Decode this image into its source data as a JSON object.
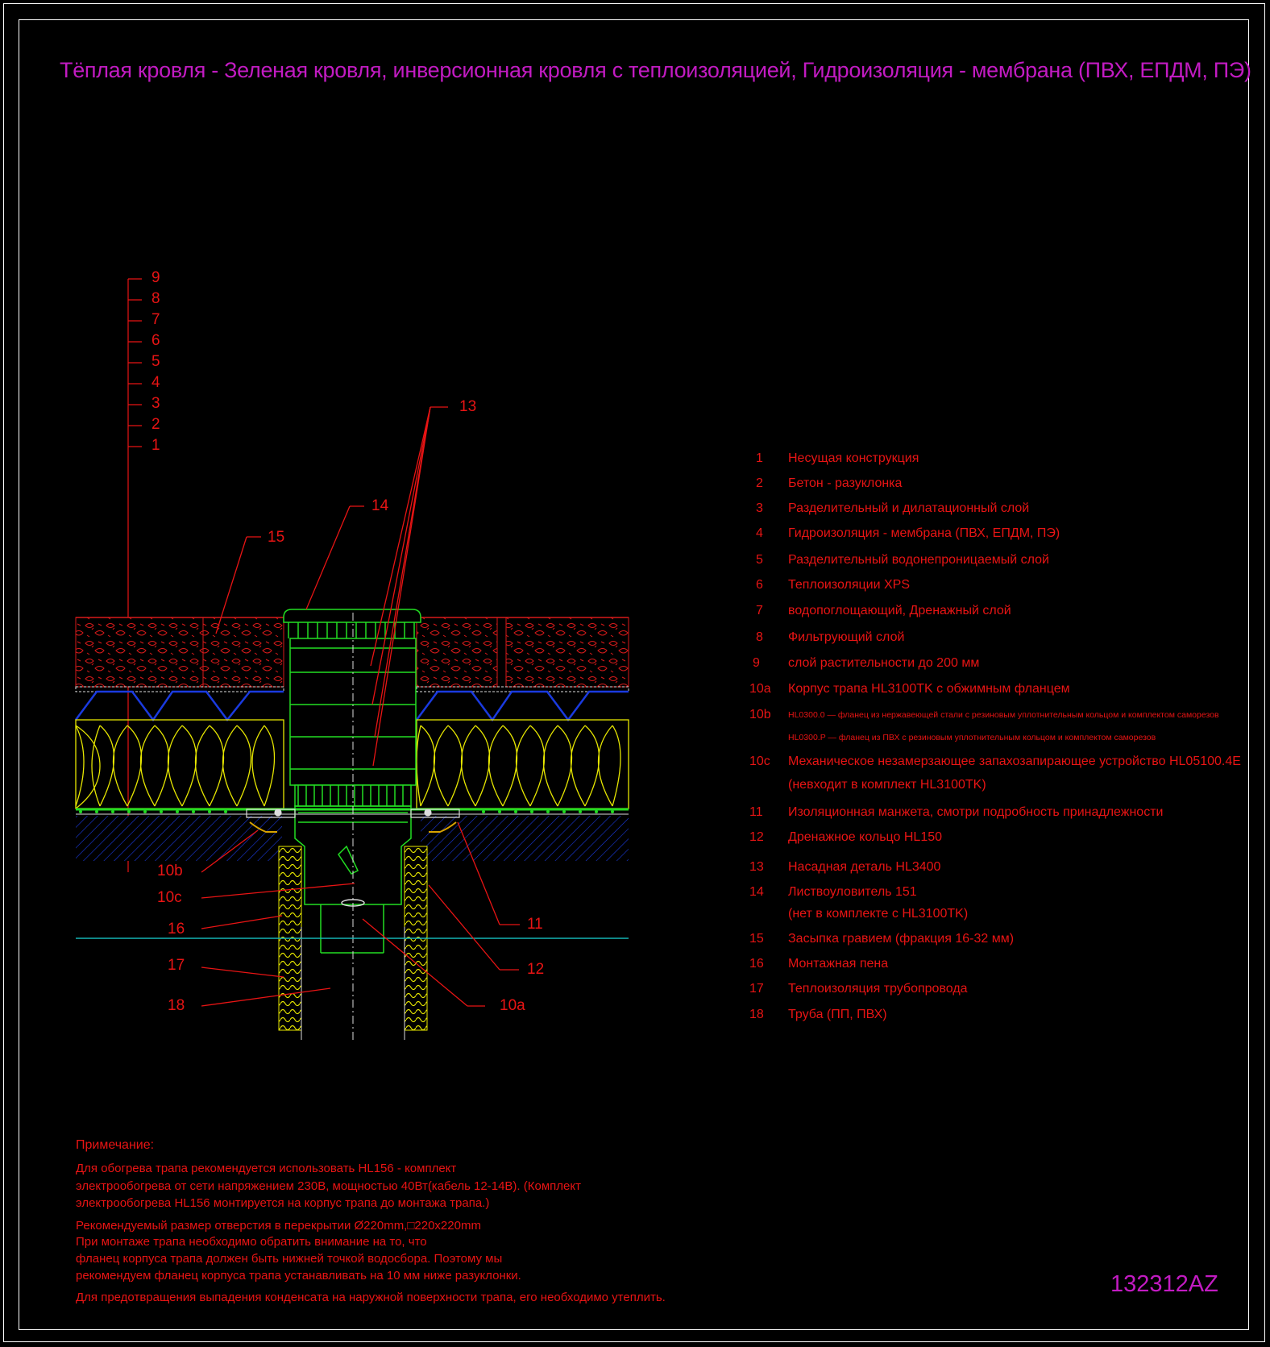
{
  "title": "Тёплая кровля - Зеленая кровля, инверсионная кровля с теплоизоляцией, Гидроизоляция - мембрана (ПВХ, ЕПДМ, ПЭ)",
  "drawing_code": "132312AZ",
  "colors": {
    "title": "#c21bc2",
    "annotation": "#e81414",
    "insulation": "#e6e600",
    "drain_body": "#22dd22",
    "drainage_layer": "#1a3adf",
    "ground_line": "#14b4b4",
    "frame": "#ffffff"
  },
  "layer_scale_labels": [
    "9",
    "8",
    "7",
    "6",
    "5",
    "4",
    "3",
    "2",
    "1"
  ],
  "callouts": {
    "c13": "13",
    "c14": "14",
    "c15": "15",
    "c10b": "10b",
    "c10c": "10c",
    "c16": "16",
    "c17": "17",
    "c18": "18",
    "c11": "11",
    "c12": "12",
    "c10a": "10a"
  },
  "legend": [
    {
      "num": "1",
      "text": "Несущая конструкция"
    },
    {
      "num": "2",
      "text": "Бетон - разуклонка"
    },
    {
      "num": "3",
      "text": "Разделительный и дилатационный слой"
    },
    {
      "num": "4",
      "text": "Гидроизоляция - мембрана (ПВХ, ЕПДМ, ПЭ)"
    },
    {
      "num": "5",
      "text": "Разделительный водонепроницаемый слой"
    },
    {
      "num": "6",
      "text": "Теплоизоляции XPS"
    },
    {
      "num": "7",
      "text": "водопоглощающий, Дренажный слой"
    },
    {
      "num": "8",
      "text": "Фильтрующий слой"
    },
    {
      "num": "9",
      "text": "слой растительности до 200 мм"
    },
    {
      "num": "10a",
      "text": "Корпус трапа HL3100TK с обжимным фланцем"
    },
    {
      "num": "10b",
      "text": "HL0300.0 — фланец из нержавеющей стали с резиновым уплотнительным кольцом и комплектом саморезов"
    },
    {
      "num": "",
      "text": "HL0300.P — фланец из ПВХ с резиновым уплотнительным кольцом и комплектом саморезов"
    },
    {
      "num": "10c",
      "text": "Механическое незамерзающее запахозапирающее устройство HL05100.4E"
    },
    {
      "num": "",
      "text": "(невходит в комплект HL3100TK)"
    },
    {
      "num": "11",
      "text": "Изоляционная  манжета, смотри подробность принадлежности"
    },
    {
      "num": "12",
      "text": "Дренажное кольцо HL150"
    },
    {
      "num": "13",
      "text": "Насадная деталь HL3400"
    },
    {
      "num": "14",
      "text": "Листвоуловитель 151"
    },
    {
      "num": "",
      "text": "(нет в комплекте с HL3100TK)"
    },
    {
      "num": "15",
      "text": "Засыпка гравием (фракция 16-32 мм)"
    },
    {
      "num": "16",
      "text": "Монтажная пена"
    },
    {
      "num": "17",
      "text": "Теплоизоляция трубопровода"
    },
    {
      "num": "18",
      "text": "Труба (ПП, ПВХ)"
    }
  ],
  "notes": {
    "heading": "Примечание:",
    "lines": [
      "Для обогрева трапа рекомендуется использовать HL156 - комплект",
      "электрообогрева от сети напряжением 230В, мощностью 40Вт(кабель 12-14В). (Комплект",
      "электрообогрева HL156 монтируется на корпус трапа до монтажа трапа.)",
      "Рекомендуемый размер отверстия в перекрытии Ø220mm,□220x220mm",
      "При монтаже трапа необходимо обратить внимание на то, что",
      "фланец корпуса трапа должен быть нижней точкой водосбора. Поэтому мы",
      "рекомендуем фланец корпуса трапа устанавливать на 10 мм ниже разуклонки.",
      "Для предотвращения выпадения конденсата на наружной поверхности трапа, его необходимо утеплить."
    ]
  }
}
